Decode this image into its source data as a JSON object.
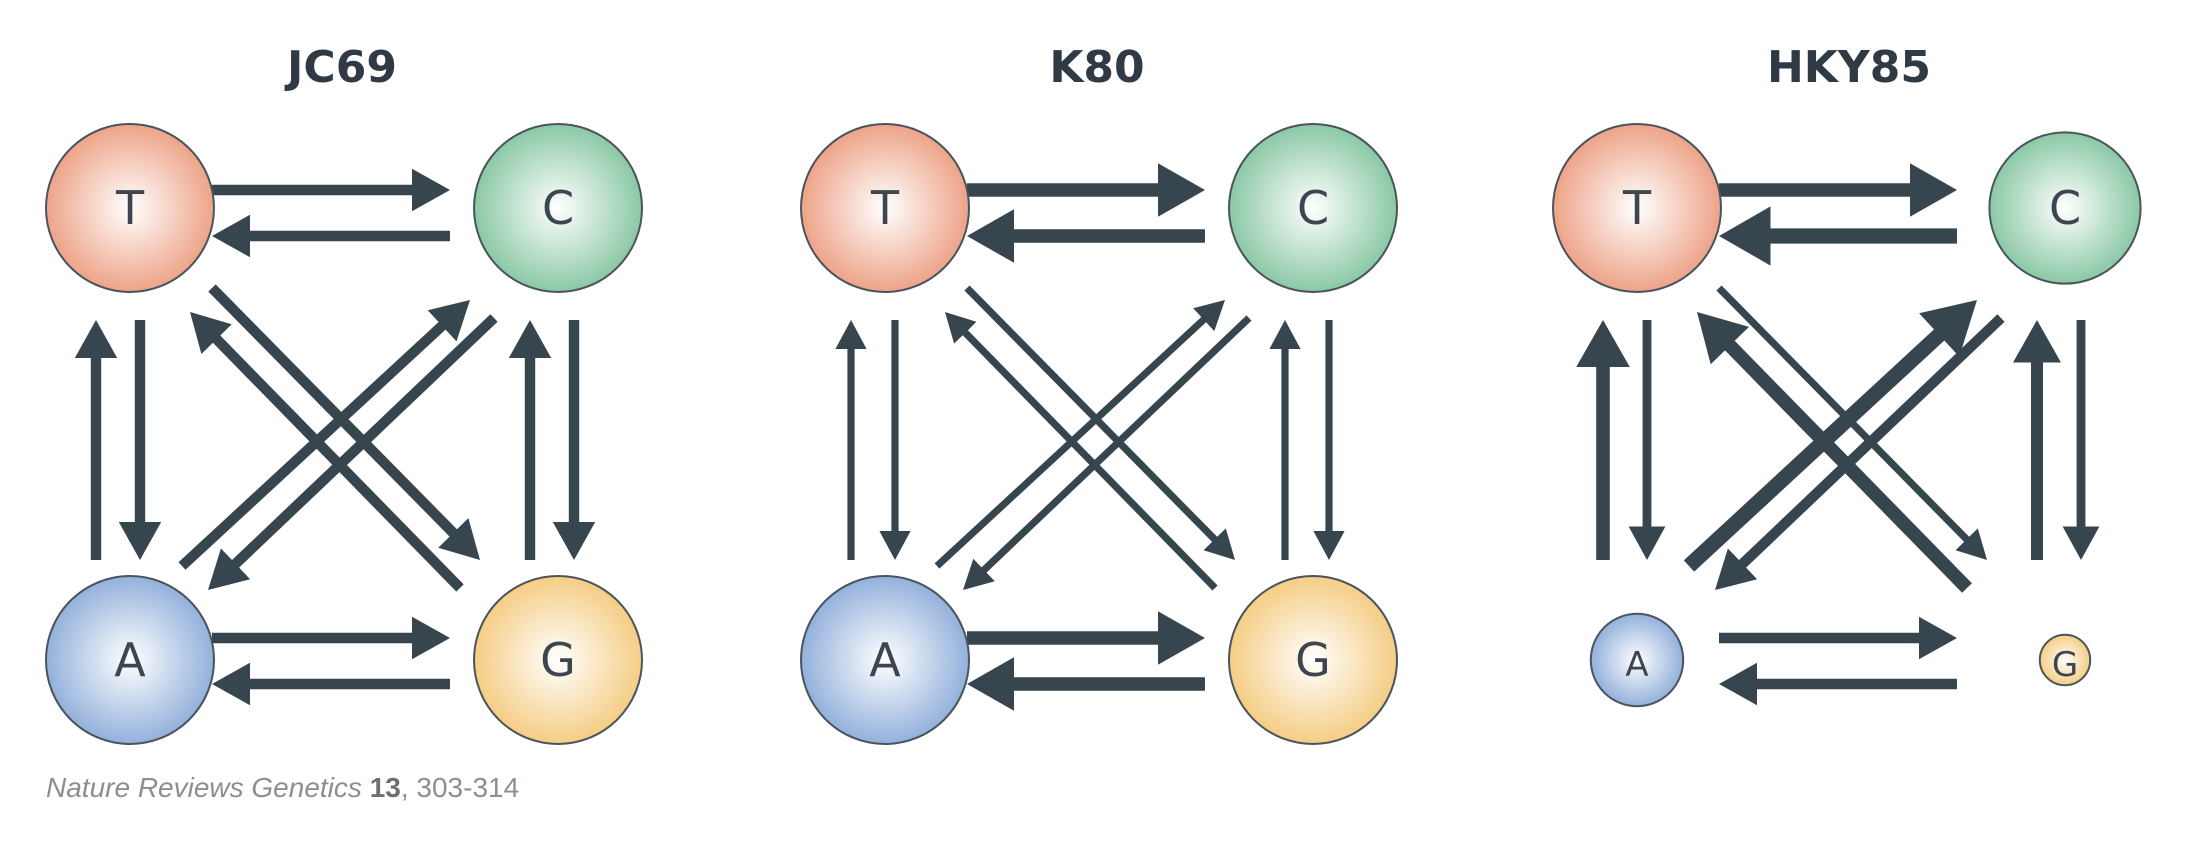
{
  "colors": {
    "arrow": "#37454f",
    "T": "#ec9a7c",
    "C": "#7fc39c",
    "A": "#88a9d8",
    "G": "#f4c878"
  },
  "models": [
    {
      "title": "JC69",
      "nodes": {
        "T": "T",
        "C": "C",
        "A": "A",
        "G": "G"
      },
      "node_weights": {
        "T": 1,
        "C": 1,
        "A": 1,
        "G": 1
      },
      "arrow_weights": {
        "T->C": 2,
        "C->T": 2,
        "A->G": 2,
        "G->A": 2,
        "T->A": 2,
        "A->T": 2,
        "C->G": 2,
        "G->C": 2,
        "T->G": 2,
        "G->T": 2,
        "C->A": 2,
        "A->C": 2
      }
    },
    {
      "title": "K80",
      "nodes": {
        "T": "T",
        "C": "C",
        "A": "A",
        "G": "G"
      },
      "node_weights": {
        "T": 1,
        "C": 1,
        "A": 1,
        "G": 1
      },
      "arrow_weights": {
        "T->C": 3,
        "C->T": 3,
        "A->G": 3,
        "G->A": 3,
        "T->A": 1,
        "A->T": 1,
        "C->G": 1,
        "G->C": 1,
        "T->G": 1,
        "G->T": 1,
        "C->A": 1,
        "A->C": 1
      }
    },
    {
      "title": "HKY85",
      "nodes": {
        "T": "T",
        "C": "C",
        "A": "A",
        "G": "G"
      },
      "node_weights": {
        "T": 1,
        "C": 0.9,
        "A": 0.55,
        "G": 0.3
      },
      "arrow_weights": {
        "T->C": 3,
        "C->T": 3.5,
        "A->G": 2,
        "G->A": 2,
        "T->A": 1.5,
        "A->T": 3,
        "C->G": 1.5,
        "G->C": 2.5,
        "T->G": 1,
        "G->T": 3,
        "C->A": 2,
        "A->C": 3.5
      }
    }
  ],
  "citation": {
    "journal": "Nature Reviews Genetics",
    "volume": "13",
    "pages": ", 303-314"
  }
}
